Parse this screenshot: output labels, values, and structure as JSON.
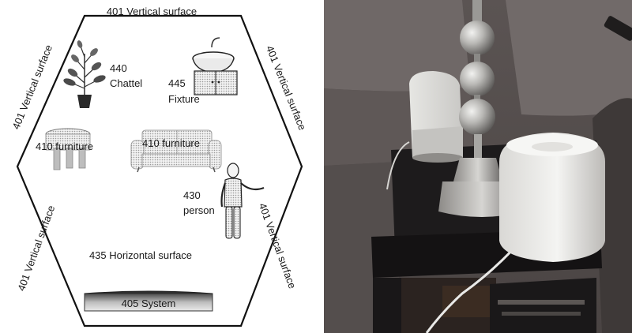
{
  "diagram": {
    "labels": {
      "vertical_top": "401 Vertical surface",
      "vertical_upper_left": "401 Vertical surface",
      "vertical_upper_right": "401 Vertical surface",
      "vertical_lower_left": "401 Vertical surface",
      "vertical_lower_right": "401 Vertical surface",
      "horizontal": "435 Horizontal surface",
      "system": "405 System",
      "chattel_number": "440",
      "chattel_word": "Chattel",
      "fixture_number": "445",
      "fixture_word": "Fixture",
      "furniture_table": "410 furniture",
      "furniture_sofa": "410 furniture",
      "person_number": "430",
      "person_word": "person"
    }
  },
  "photo": {
    "objects": [
      "table-lamp",
      "smart-speaker-small",
      "smart-speaker-large",
      "side-table",
      "sofa",
      "power-cable"
    ]
  },
  "colors": {
    "photo_wall": "#6e6766",
    "sofa": "#4a4443",
    "speaker_white": "#ececea",
    "lamp_chrome": "#b5b4b2",
    "table_black": "#1d1b1c"
  }
}
